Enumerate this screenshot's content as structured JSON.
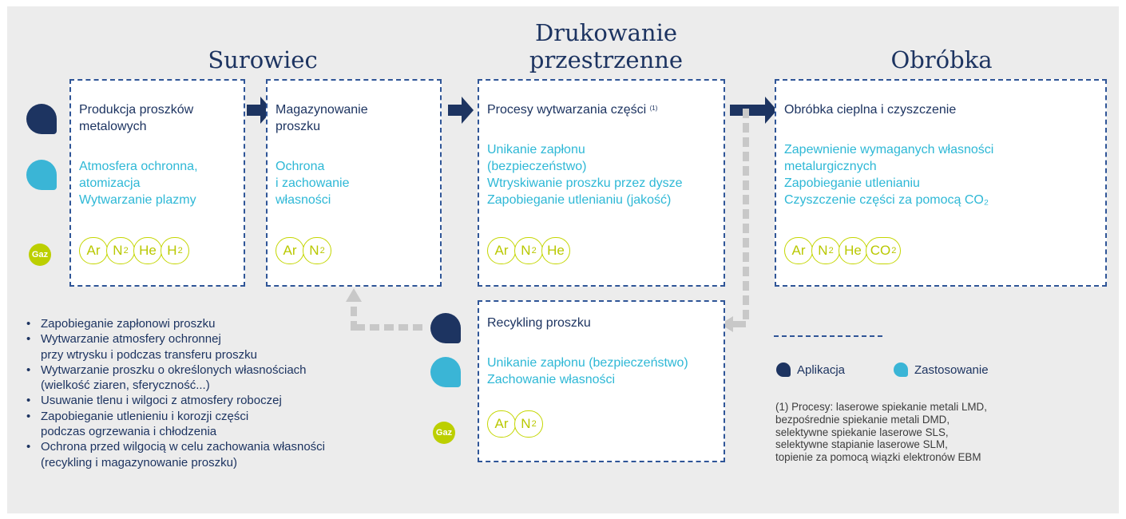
{
  "headings": {
    "surowiec": "Surowiec",
    "druk_line1": "Drukowanie",
    "druk_line2": "przestrzenne",
    "obrobka": "Obróbka"
  },
  "boxes": {
    "produkcja": {
      "title_line1": "Produkcja proszków",
      "title_line2": "metalowych",
      "uses": [
        "Atmosfera ochronna,",
        "atomizacja",
        "Wytwarzanie plazmy"
      ],
      "gases": [
        {
          "base": "Ar",
          "sub": ""
        },
        {
          "base": "N",
          "sub": "2"
        },
        {
          "base": "He",
          "sub": ""
        },
        {
          "base": "H",
          "sub": "2"
        }
      ]
    },
    "magazynowanie": {
      "title_line1": "Magazynowanie",
      "title_line2": "proszku",
      "uses": [
        "Ochrona",
        "i zachowanie",
        "własności"
      ],
      "gases": [
        {
          "base": "Ar",
          "sub": ""
        },
        {
          "base": "N",
          "sub": "2"
        }
      ]
    },
    "procesy": {
      "title": "Procesy wytwarzania części",
      "footnote_mark": "(1)",
      "uses": [
        "Unikanie zapłonu",
        "(bezpieczeństwo)",
        "Wtryskiwanie proszku przez dysze",
        "Zapobieganie utlenianiu (jakość)"
      ],
      "gases": [
        {
          "base": "Ar",
          "sub": ""
        },
        {
          "base": "N",
          "sub": "2"
        },
        {
          "base": "He",
          "sub": ""
        }
      ]
    },
    "obrobka": {
      "title": "Obróbka cieplna i czyszczenie",
      "uses": [
        "Zapewnienie wymaganych własności",
        "metalurgicznych",
        "Zapobieganie utlenianiu",
        "Czyszczenie części za pomocą CO₂"
      ],
      "gases": [
        {
          "base": "Ar",
          "sub": ""
        },
        {
          "base": "N",
          "sub": "2"
        },
        {
          "base": "He",
          "sub": ""
        },
        {
          "base": "CO",
          "sub": "2"
        }
      ]
    },
    "recykling": {
      "title": "Recykling proszku",
      "uses": [
        "Unikanie zapłonu (bezpieczeństwo)",
        "Zachowanie własności"
      ],
      "gases": [
        {
          "base": "Ar",
          "sub": ""
        },
        {
          "base": "N",
          "sub": "2"
        }
      ]
    }
  },
  "gaz_label": "Gaz",
  "bullets": [
    "Zapobieganie zapłonowi proszku",
    "Wytwarzanie atmosfery ochronnej\nprzy wtrysku i podczas transferu proszku",
    "Wytwarzanie proszku o określonych własnościach\n(wielkość ziaren, sferyczność...)",
    "Usuwanie tlenu i wilgoci z atmosfery roboczej",
    "Zapobieganie utlenieniu i korozji części\npodczas ogrzewania i chłodzenia",
    "Ochrona przed wilgocią w celu zachowania własności\n(recykling i magazynowanie proszku)"
  ],
  "legend": {
    "aplikacja": "Aplikacja",
    "zastosowanie": "Zastosowanie"
  },
  "footnote": "(1) Procesy: laserowe spiekanie metali LMD,\nbezpośrednie spiekanie metali DMD,\nselektywne spiekanie laserowe SLS,\nselektywne stapianie laserowe SLM,\ntopienie za pomocą wiązki elektronów EBM",
  "colors": {
    "navy": "#1d3461",
    "cyan": "#3ab5d6",
    "lime": "#bccf00",
    "dash_blue": "#2f5597",
    "grey_arrow": "#c8c8c8",
    "background": "#ececec"
  }
}
